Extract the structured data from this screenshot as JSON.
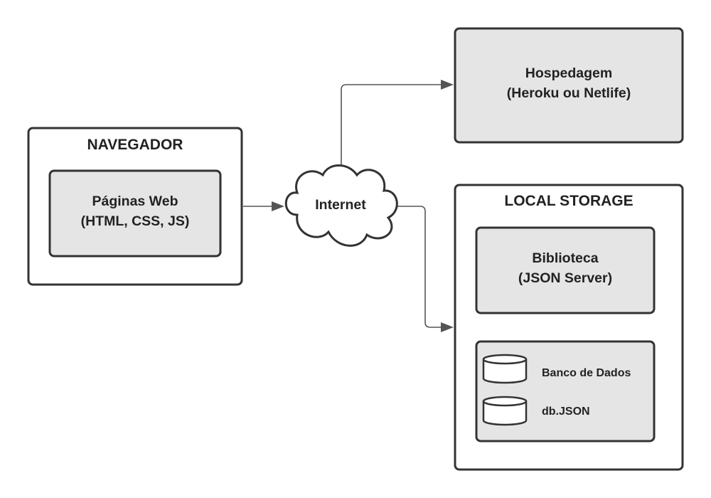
{
  "navegador": {
    "title": "NAVEGADOR",
    "paginas_line1": "Páginas Web",
    "paginas_line2": "(HTML, CSS, JS)"
  },
  "internet": {
    "label": "Internet"
  },
  "hospedagem": {
    "line1": "Hospedagem",
    "line2": "(Heroku ou Netlife)"
  },
  "local_storage": {
    "title": "LOCAL STORAGE",
    "biblioteca_line1": "Biblioteca",
    "biblioteca_line2": "(JSON Server)",
    "database_items": [
      {
        "label": "Banco de Dados",
        "icon": "database-cylinder-icon"
      },
      {
        "label": "db.JSON",
        "icon": "database-cylinder-icon"
      }
    ]
  },
  "colors": {
    "box_fill_gray": "#e5e5e5",
    "box_fill_white": "#ffffff",
    "stroke": "#333333",
    "connector": "#555555",
    "text": "#222222"
  }
}
